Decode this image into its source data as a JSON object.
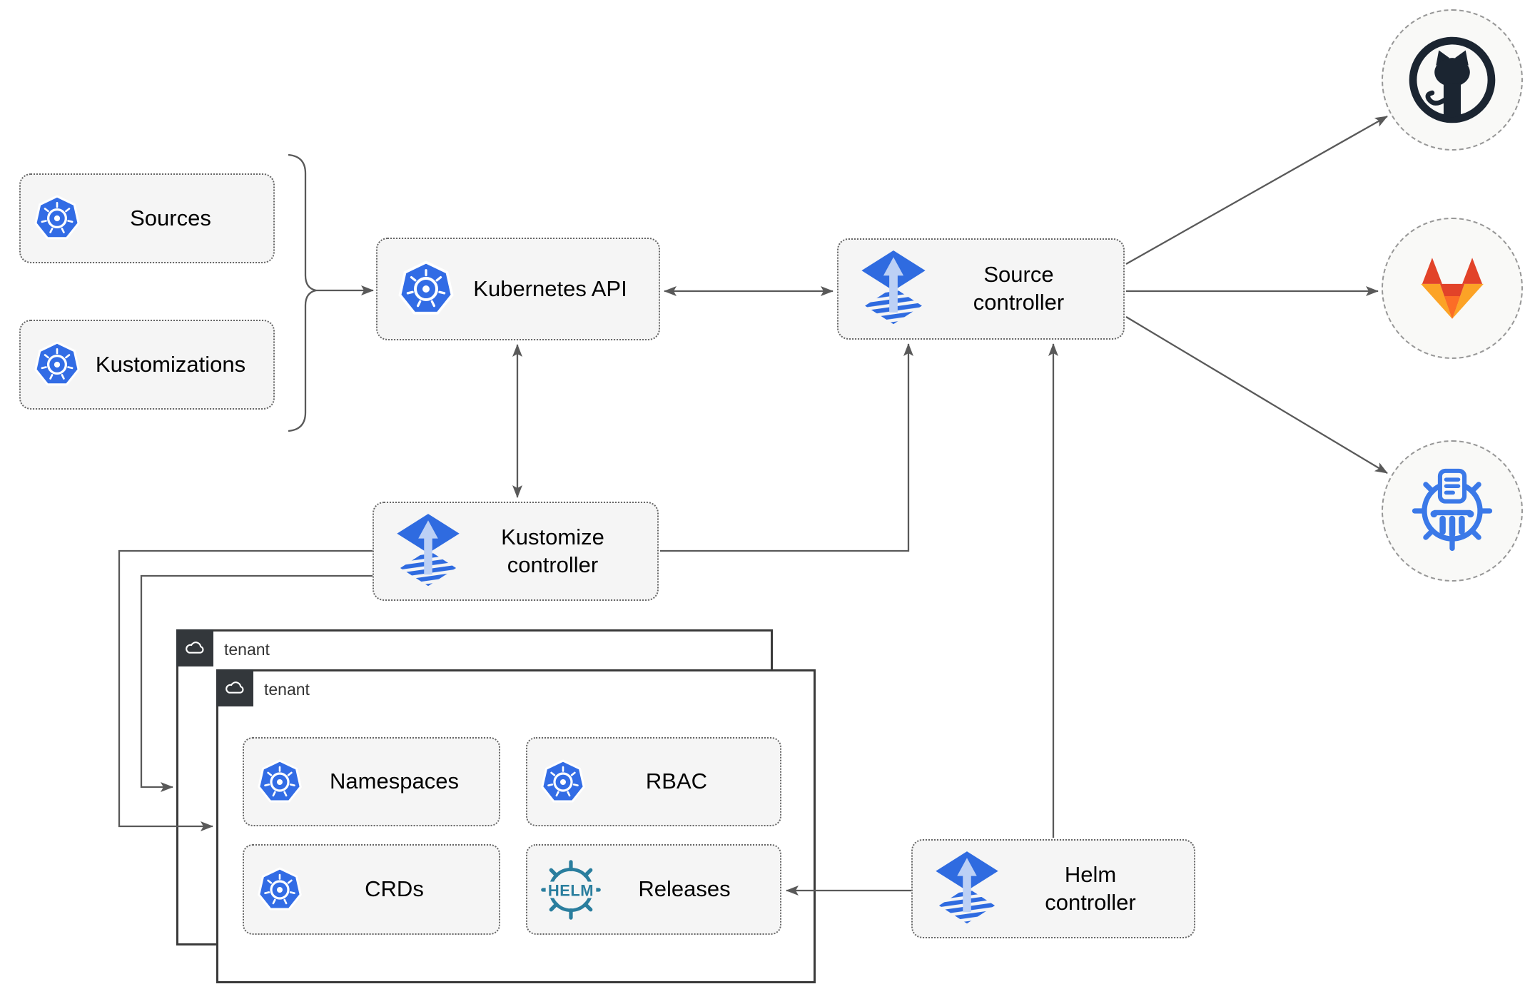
{
  "nodes": {
    "sources": "Sources",
    "kustomizations": "Kustomizations",
    "kubernetes_api": "Kubernetes API",
    "source_controller": "Source controller",
    "kustomize_controller": "Kustomize controller",
    "helm_controller": "Helm controller",
    "namespaces": "Namespaces",
    "rbac": "RBAC",
    "crds": "CRDs",
    "releases": "Releases"
  },
  "tenants": {
    "outer_label": "tenant",
    "inner_label": "tenant"
  },
  "logos": {
    "helm_text": "HELM"
  },
  "icons": {
    "kubernetes": "kubernetes-wheel-icon",
    "flux": "flux-gitops-icon",
    "helm": "helm-wheel-icon",
    "cloud": "cloud-icon",
    "github": "github-octocat-icon",
    "gitlab": "gitlab-tanuki-icon",
    "chart_repository": "chartmuseum-icon"
  },
  "colors": {
    "kubernetes_blue": "#326ce5",
    "flux_blue": "#2f6be0",
    "flux_arrow": "#bcd0f5",
    "helm_teal": "#2a7e9e",
    "github_dark": "#1b2531",
    "gitlab_red": "#e24329",
    "gitlab_orange": "#fc6d26",
    "gitlab_yellow": "#fca326",
    "chartmuseum_blue": "#3b79e8",
    "connector_gray": "#595959",
    "node_fill": "#f5f5f5",
    "node_border": "#666666",
    "tenant_tab_bg": "#33373b"
  }
}
